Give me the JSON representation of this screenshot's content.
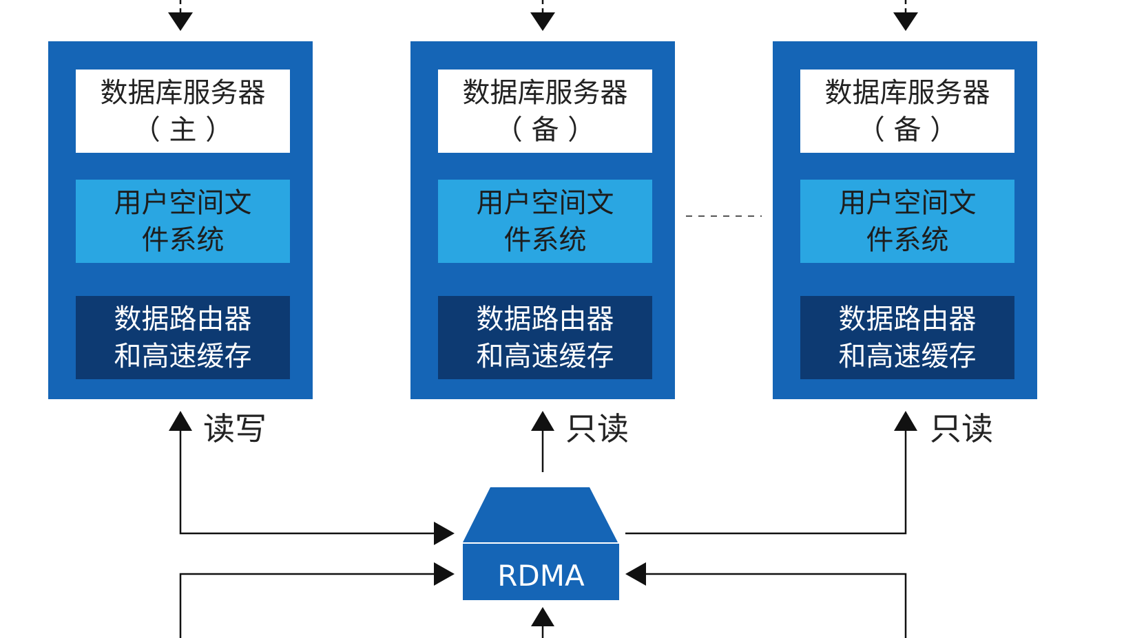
{
  "servers": [
    {
      "db_line1": "数据库服务器",
      "db_line2": "（ 主 ）",
      "fs_line1": "用户空间文",
      "fs_line2": "件系统",
      "cache_line1": "数据路由器",
      "cache_line2": "和高速缓存",
      "mode": "读写"
    },
    {
      "db_line1": "数据库服务器",
      "db_line2": "（ 备 ）",
      "fs_line1": "用户空间文",
      "fs_line2": "件系统",
      "cache_line1": "数据路由器",
      "cache_line2": "和高速缓存",
      "mode": "只读"
    },
    {
      "db_line1": "数据库服务器",
      "db_line2": "（ 备 ）",
      "fs_line1": "用户空间文",
      "fs_line2": "件系统",
      "cache_line1": "数据路由器",
      "cache_line2": "和高速缓存",
      "mode": "只读"
    }
  ],
  "rdma": {
    "label": "RDMA"
  },
  "colors": {
    "server_bg": "#1565b6",
    "db_bg": "#ffffff",
    "fs_bg": "#2aa6e2",
    "cache_bg": "#0d3a72",
    "rdma_bg": "#1565b6",
    "line": "#111111"
  }
}
